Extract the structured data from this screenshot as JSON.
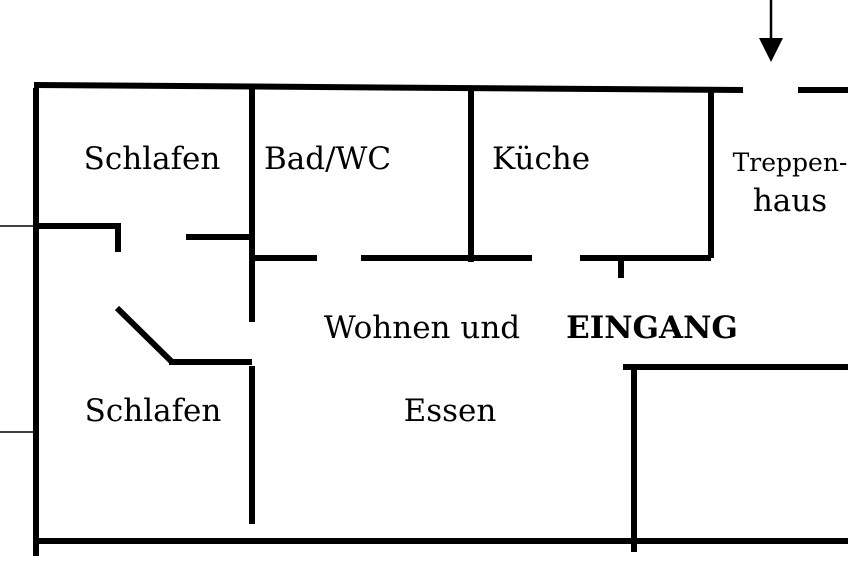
{
  "colors": {
    "wall": "#000000",
    "background": "#ffffff"
  },
  "rooms": {
    "bedroom_top": "Schlafen",
    "bathroom": "Bad/WC",
    "kitchen": "Küche",
    "stairwell_line1": "Treppen-",
    "stairwell_line2": "haus",
    "living_line1": "Wohnen und",
    "living_line2": "Essen",
    "bedroom_bottom": "Schlafen"
  },
  "entrance": {
    "label": "EINGANG",
    "marker": "arrow-down-icon"
  }
}
